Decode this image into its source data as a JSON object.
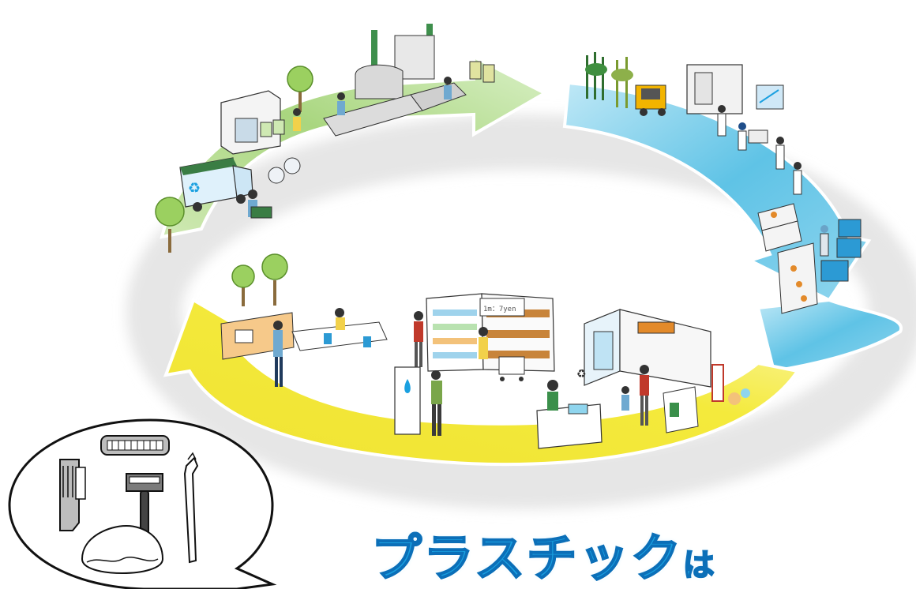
{
  "headline": {
    "main": "プラスチック",
    "suffix": "は",
    "color": "#1aa0e0",
    "stroke": "#0b6fb8"
  },
  "store_sign": {
    "text": "1m：7yen"
  },
  "cycle_colors": {
    "green_segment": "#a9d67f",
    "blue_segment": "#5fc3e6",
    "yellow_segment": "#f4ea3c"
  },
  "icons": {
    "recycle_symbol": "recycle-icon",
    "bubble_items": [
      "comb-icon",
      "hair-brush-icon",
      "razor-icon",
      "toothbrush-icon",
      "shower-cap-icon"
    ]
  }
}
